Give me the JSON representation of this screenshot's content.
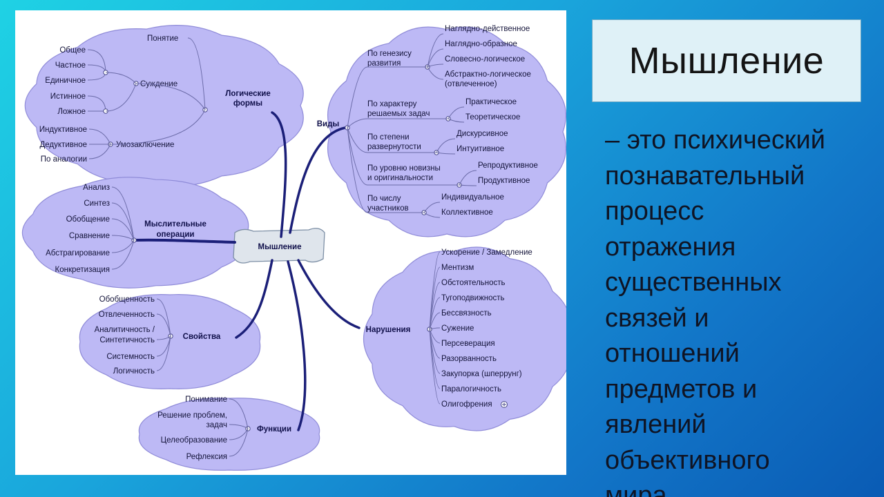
{
  "title": "Мышление",
  "definition": " – это психический\nпознавательный\nпроцесс\nотражения\nсущественных\nсвязей и\nотношений\nпредметов и\nявлений\nобъективного\nмира",
  "diagram": {
    "center": "Мышление",
    "logical_forms": {
      "label_lines": [
        "Логические",
        "формы"
      ],
      "concept": "Понятие",
      "judgement": "Суждение",
      "judgement_items": [
        "Общее",
        "Частное",
        "Единичное",
        "Истинное",
        "Ложное"
      ],
      "inference": "Умозаключение",
      "inference_items": [
        "Индуктивное",
        "Дедуктивное",
        "По аналогии"
      ]
    },
    "operations": {
      "label_lines": [
        "Мыслительные",
        "операции"
      ],
      "items": [
        "Анализ",
        "Синтез",
        "Обобщение",
        "Сравнение",
        "Абстрагирование",
        "Конкретизация"
      ]
    },
    "properties": {
      "label": "Свойства",
      "items": [
        [
          "Обобщенность"
        ],
        [
          "Отвлеченность"
        ],
        [
          "Аналитичность /",
          "Синтетичность"
        ],
        [
          "Системность"
        ],
        [
          "Логичность"
        ]
      ]
    },
    "functions": {
      "label": "Функции",
      "items": [
        [
          "Понимание"
        ],
        [
          "Решение проблем,",
          "задач"
        ],
        [
          "Целеобразование"
        ],
        [
          "Рефлексия"
        ]
      ]
    },
    "types": {
      "label": "Виды",
      "groups": [
        {
          "lines": [
            "По генезису",
            "развития"
          ],
          "items": [
            [
              "Наглядно-действенное"
            ],
            [
              "Наглядно-образное"
            ],
            [
              "Словесно-логическое"
            ],
            [
              "Абстрактно-логическое",
              "(отвлеченное)"
            ]
          ]
        },
        {
          "lines": [
            "По характеру",
            "решаемых задач"
          ],
          "items": [
            [
              "Практическое"
            ],
            [
              "Теоретическое"
            ]
          ]
        },
        {
          "lines": [
            "По степени",
            "развернутости"
          ],
          "items": [
            [
              "Дискурсивное"
            ],
            [
              "Интуитивное"
            ]
          ]
        },
        {
          "lines": [
            "По уровню новизны",
            "и оригинальности"
          ],
          "items": [
            [
              "Репродуктивное"
            ],
            [
              "Продуктивное"
            ]
          ]
        },
        {
          "lines": [
            "По числу",
            "участников"
          ],
          "items": [
            [
              "Индивидуальное"
            ],
            [
              "Коллективное"
            ]
          ]
        }
      ]
    },
    "disorders": {
      "label": "Нарушения",
      "items": [
        "Ускорение / Замедление",
        "Ментизм",
        "Обстоятельность",
        "Тугоподвижность",
        "Бессвязность",
        "Сужение",
        "Персеверация",
        "Разорванность",
        "Закупорка (шперрунг)",
        "Паралогичность",
        "Олигофрения"
      ],
      "plus_icon": "plus-circle-icon"
    }
  },
  "colors": {
    "cloud": "#bdb9f5",
    "branch": "#1b1f78",
    "title_box": "#dff1f7"
  }
}
